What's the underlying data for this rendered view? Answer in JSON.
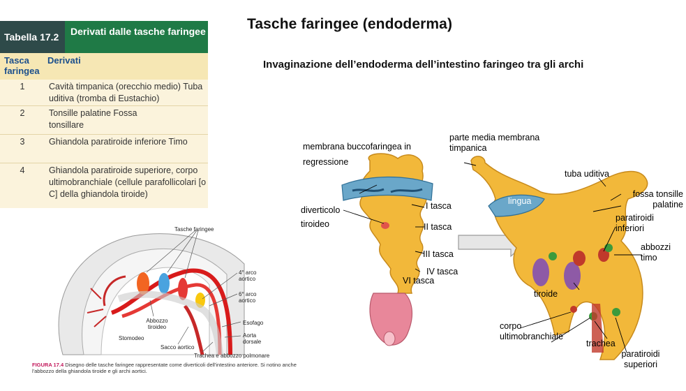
{
  "table": {
    "number": "Tabella 17.2",
    "title": "Derivati dalle tasche faringee",
    "col_pouch": "Tasca faringea",
    "col_derivatives": "Derivati",
    "rows": [
      {
        "n": "1",
        "d": "Cavità timpanica (orecchio medio) Tuba uditiva (tromba di Eustachio)"
      },
      {
        "n": "2",
        "d": "Tonsille palatine Fossa tonsillare"
      },
      {
        "n": "3",
        "d": "Ghiandola paratiroide inferiore Timo"
      },
      {
        "n": "4",
        "d": "Ghiandola paratiroide superiore, corpo ultimobranchiale (cellule parafollicolari [o C] della ghiandola tiroide)"
      }
    ]
  },
  "heading": "Tasche faringee (endoderma)",
  "subheading": "Invaginazione dell’endoderma dell’intestino faringeo tra gli archi",
  "figure": {
    "labels": {
      "tasche": "Tasche faringee",
      "arco4": "4° arco aortico",
      "arco6": "6° arco aortico",
      "abbozzo": "Abbozzo tiroideo",
      "stomodeo": "Stomodeo",
      "sacco": "Sacco aortico",
      "esofago": "Esofago",
      "aorta": "Aorta dorsale",
      "trachea": "Trachea e abbozzo polmonare"
    },
    "caption_label": "FIGURA 17.4",
    "caption_text": "Disegno delle tasche faringee rappresentate come diverticoli dell'intestino anteriore. Si notino anche l'abbozzo della ghiandola tiroide e gli archi aortici."
  },
  "diagram": {
    "membrana": "membrana buccofaringea in regressione",
    "diverticolo": "diverticolo tiroideo",
    "t1": "I tasca",
    "t2": "II tasca",
    "t3": "III tasca",
    "t4": "IV tasca",
    "t6": "VI tasca",
    "parte_media": "parte media membrana timpanica",
    "tuba": "tuba uditiva",
    "lingua": "lingua",
    "fossa": "fossa tonsille palatine",
    "parat_inf": "paratiroidi inferiori",
    "abbozzi": "abbozzi timo",
    "tiroide": "tiroide",
    "corpo": "corpo ultimobranchiale",
    "trachea": "trachea",
    "parat_sup": "paratiroidi superiori"
  },
  "colors": {
    "table_green": "#1f7a46",
    "table_dark": "#2e4a49",
    "table_bg": "#fbf3dc",
    "tissue": "#f2b83a"
  }
}
